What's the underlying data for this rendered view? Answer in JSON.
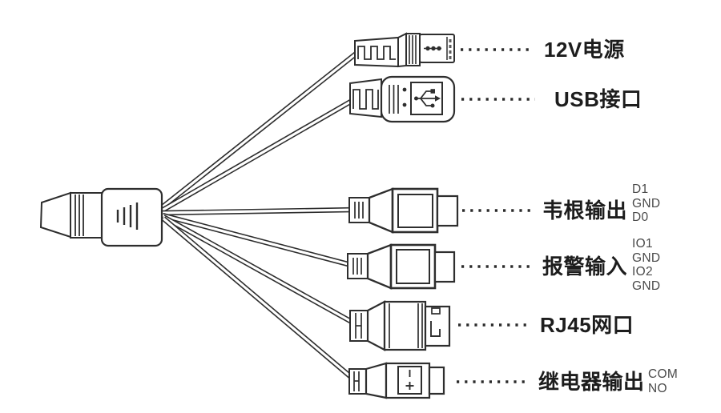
{
  "diagram": {
    "type": "wiring-pigtail-diagram",
    "connectors": [
      {
        "id": "power",
        "label": "12V电源",
        "pins": []
      },
      {
        "id": "usb",
        "label": "USB接口",
        "pins": []
      },
      {
        "id": "wiegand",
        "label": "韦根输出",
        "pins": [
          "D1",
          "GND",
          "D0"
        ]
      },
      {
        "id": "alarm",
        "label": "报警输入",
        "pins": [
          "IO1",
          "GND",
          "IO2",
          "GND"
        ]
      },
      {
        "id": "rj45",
        "label": "RJ45网口",
        "pins": []
      },
      {
        "id": "relay",
        "label": "继电器输出",
        "pins": [
          "COM",
          "NO"
        ]
      }
    ],
    "colors": {
      "line": "#2e2e2e",
      "label_text": "#1d1d1d",
      "pin_text": "#4a4a4a",
      "background": "#ffffff"
    }
  }
}
